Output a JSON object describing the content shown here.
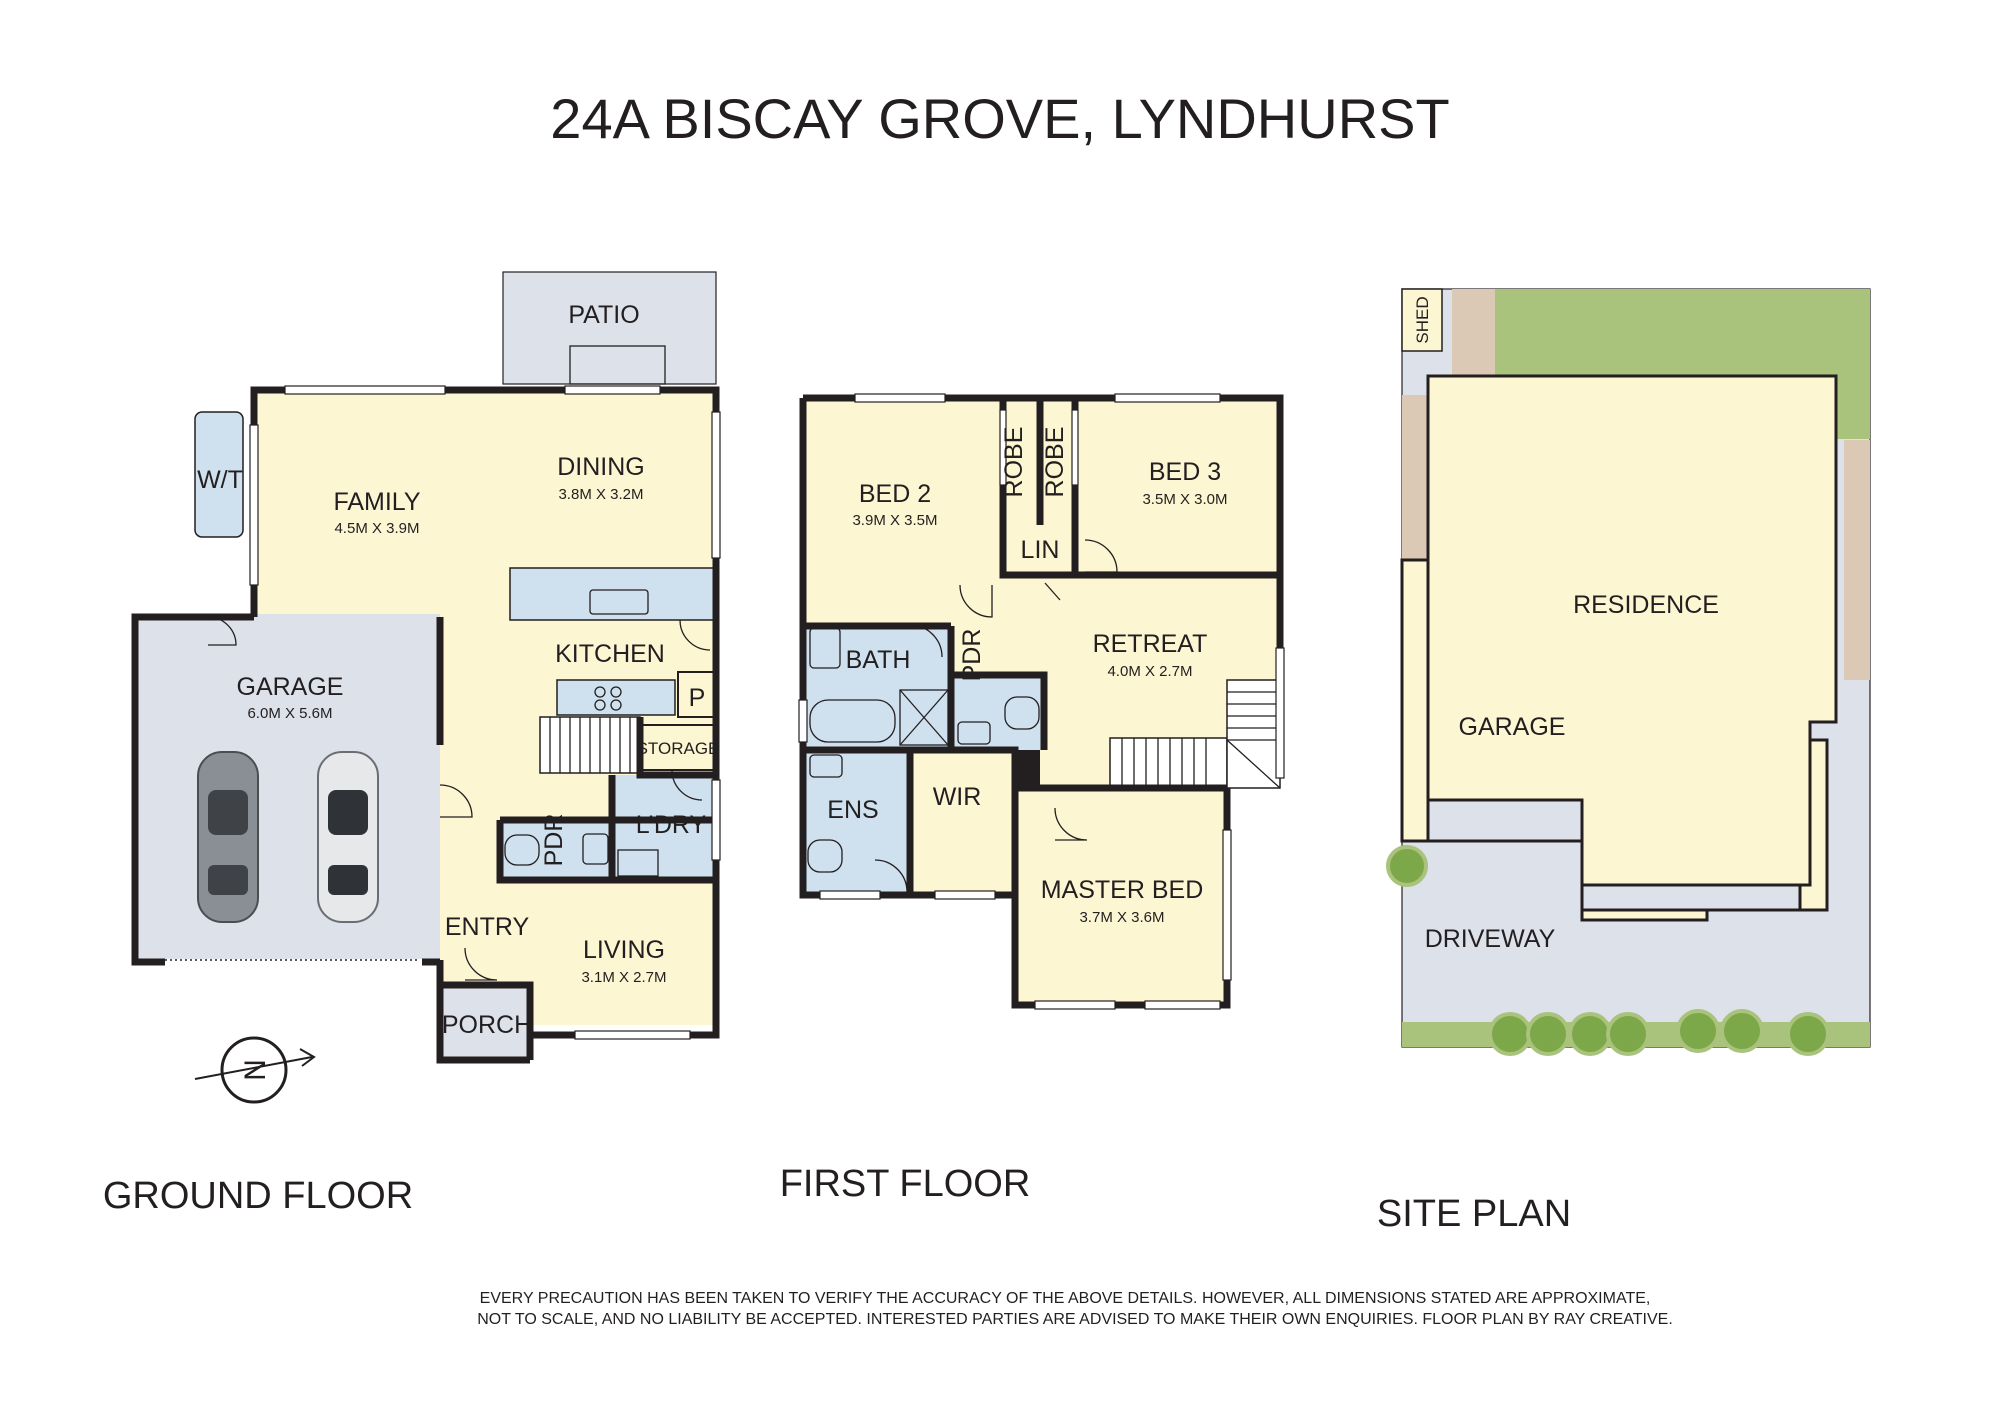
{
  "title": "24A BISCAY GROVE, LYNDHURST",
  "captions": {
    "ground": "GROUND FLOOR",
    "first": "FIRST FLOOR",
    "site": "SITE PLAN"
  },
  "ground_floor": {
    "patio": "PATIO",
    "wt": "W/T",
    "family": {
      "name": "FAMILY",
      "dim": "4.5M X 3.9M"
    },
    "dining": {
      "name": "DINING",
      "dim": "3.8M X 3.2M"
    },
    "kitchen": "KITCHEN",
    "pantry": "P",
    "storage": "STORAGE",
    "garage": {
      "name": "GARAGE",
      "dim": "6.0M X 5.6M"
    },
    "pdr": "PDR",
    "laundry": "L’DRY",
    "entry": "ENTRY",
    "living": {
      "name": "LIVING",
      "dim": "3.1M X 2.7M"
    },
    "porch": "PORCH",
    "compass": "N"
  },
  "first_floor": {
    "bed2": {
      "name": "BED 2",
      "dim": "3.9M X 3.5M"
    },
    "robe1": "ROBE",
    "robe2": "ROBE",
    "bed3": {
      "name": "BED 3",
      "dim": "3.5M X 3.0M"
    },
    "lin": "LIN",
    "bath": "BATH",
    "pdr": "PDR",
    "retreat": {
      "name": "RETREAT",
      "dim": "4.0M X 2.7M"
    },
    "ens": "ENS",
    "wir": "WIR",
    "master": {
      "name": "MASTER BED",
      "dim": "3.7M X 3.6M"
    }
  },
  "site_plan": {
    "shed": "SHED",
    "residence": "RESIDENCE",
    "garage": "GARAGE",
    "driveway": "DRIVEWAY"
  },
  "disclaimer": {
    "line1": "EVERY PRECAUTION HAS BEEN TAKEN TO VERIFY THE ACCURACY OF THE ABOVE DETAILS. HOWEVER, ALL DIMENSIONS STATED ARE APPROXIMATE,",
    "line2": "NOT TO SCALE, AND NO LIABILITY BE ACCEPTED. INTERESTED PARTIES ARE ADVISED TO MAKE THEIR OWN ENQUIRIES. FLOOR PLAN BY RAY CREATIVE."
  },
  "colors": {
    "room_fill": "#fdf6d3",
    "garage_fill": "#dde1ea",
    "wet_fill": "#cfe0ee",
    "bench_fill": "#cfe0ee",
    "lawn": "#a9c27c",
    "gravel": "#dcc9b5",
    "wall": "#231f20"
  }
}
